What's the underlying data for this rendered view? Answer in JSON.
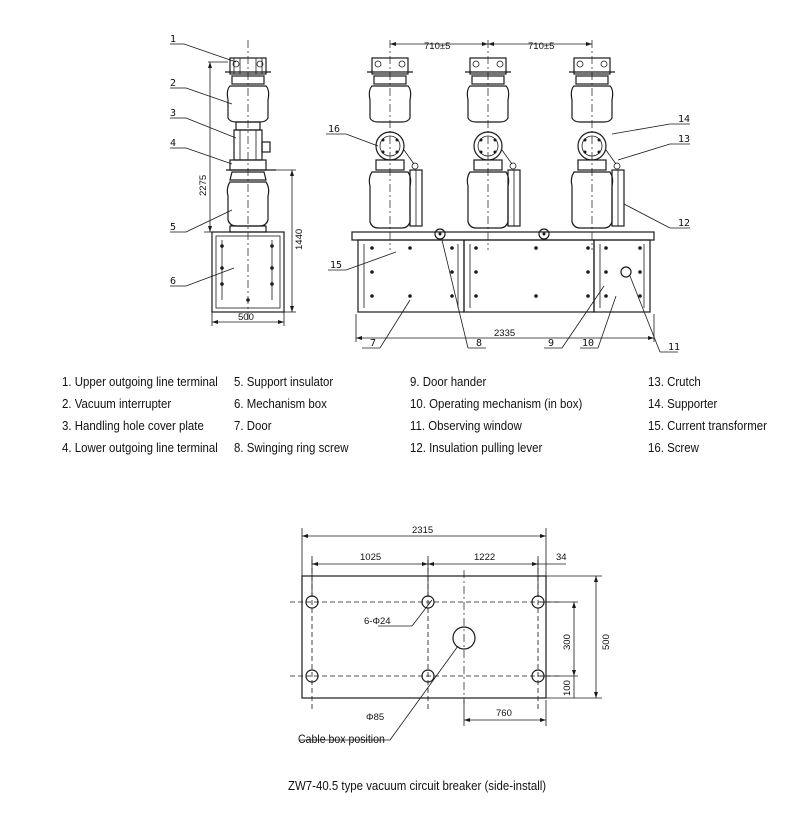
{
  "callouts": {
    "c1": "1",
    "c2": "2",
    "c3": "3",
    "c4": "4",
    "c5": "5",
    "c6": "6",
    "c7": "7",
    "c8": "8",
    "c9": "9",
    "c10": "10",
    "c11": "11",
    "c12": "12",
    "c13": "13",
    "c14": "14",
    "c15": "15",
    "c16": "16"
  },
  "dimensions": {
    "pitch_left": "710±5",
    "pitch_right": "710±5",
    "height_total": "2275",
    "height_box": "1440",
    "side_width": "500",
    "front_width": "2335",
    "plan_width": "2315",
    "plan_left": "1025",
    "plan_mid": "1222",
    "plan_offset": "34",
    "plan_height": "500",
    "plan_hole_spacing": "300",
    "plan_edge": "100",
    "plan_cable_offset": "760",
    "holes": "6-Φ24",
    "cable_hole": "Φ85"
  },
  "legend": [
    "1. Upper outgoing line terminal",
    "2. Vacuum interrupter",
    "3. Handling hole cover plate",
    "4. Lower outgoing line terminal",
    "5. Support insulator",
    "6. Mechanism box",
    "7. Door",
    "8. Swinging ring screw",
    "9. Door hander",
    "10. Operating mechanism (in box)",
    "11. Observing window",
    "12. Insulation pulling lever",
    "13. Crutch",
    "14. Supporter",
    "15. Current transformer",
    "16. Screw"
  ],
  "cable_box_label": "Cable box position",
  "caption": "ZW7-40.5 type vacuum circuit breaker (side-install)"
}
